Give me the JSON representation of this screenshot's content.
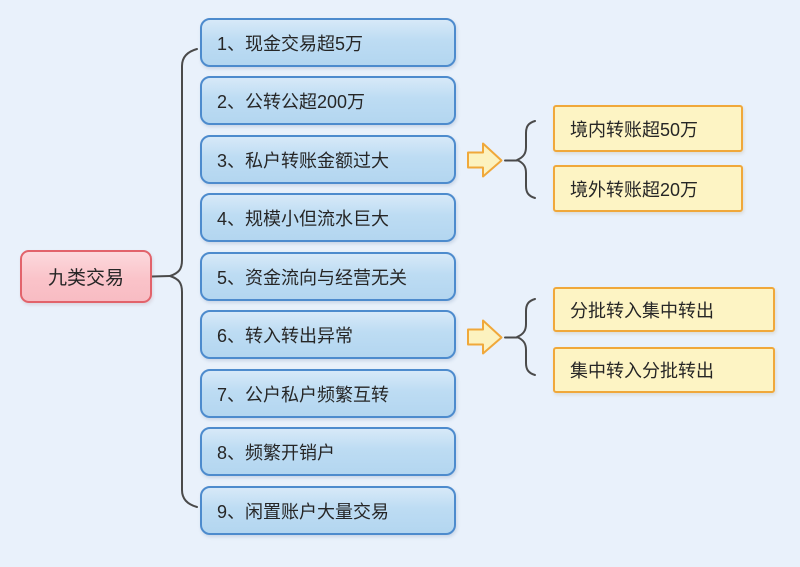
{
  "palette": {
    "background": "#e9f1fb",
    "branch_fill": "#bddcf3",
    "branch_border": "#4d8bcd",
    "root_fill": "#fac3c9",
    "root_border": "#e2636b",
    "leaf_fill": "#fdf4c4",
    "leaf_border": "#f0a83a",
    "arrow_fill": "#fcf2bf",
    "connector": "#4a4a4a"
  },
  "root": {
    "label": "九类交易"
  },
  "branches": [
    {
      "label": "1、现金交易超5万"
    },
    {
      "label": "2、公转公超200万"
    },
    {
      "label": "3、私户转账金额过大"
    },
    {
      "label": "4、规模小但流水巨大"
    },
    {
      "label": "5、资金流向与经营无关"
    },
    {
      "label": "6、转入转出异常"
    },
    {
      "label": "7、公户私户频繁互转"
    },
    {
      "label": "8、频繁开销户"
    },
    {
      "label": "9、闲置账户大量交易"
    }
  ],
  "subgroups": [
    {
      "parent": "3、私户转账金额过大",
      "items": [
        {
          "label": "境内转账超50万"
        },
        {
          "label": "境外转账超20万"
        }
      ]
    },
    {
      "parent": "6、转入转出异常",
      "items": [
        {
          "label": "分批转入集中转出"
        },
        {
          "label": "集中转入分批转出"
        }
      ]
    }
  ]
}
